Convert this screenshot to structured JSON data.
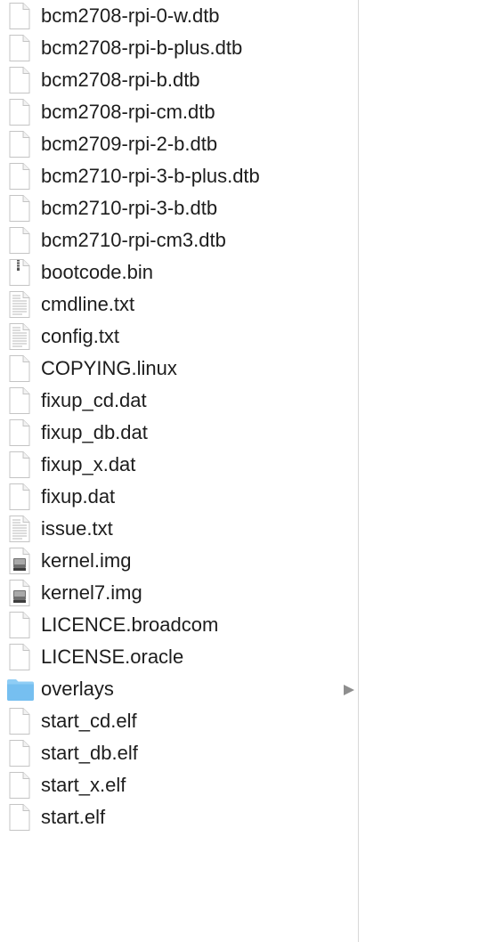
{
  "files": [
    {
      "name": "bcm2708-rpi-0-w.dtb",
      "icon": "document-icon"
    },
    {
      "name": "bcm2708-rpi-b-plus.dtb",
      "icon": "document-icon"
    },
    {
      "name": "bcm2708-rpi-b.dtb",
      "icon": "document-icon"
    },
    {
      "name": "bcm2708-rpi-cm.dtb",
      "icon": "document-icon"
    },
    {
      "name": "bcm2709-rpi-2-b.dtb",
      "icon": "document-icon"
    },
    {
      "name": "bcm2710-rpi-3-b-plus.dtb",
      "icon": "document-icon"
    },
    {
      "name": "bcm2710-rpi-3-b.dtb",
      "icon": "document-icon"
    },
    {
      "name": "bcm2710-rpi-cm3.dtb",
      "icon": "document-icon"
    },
    {
      "name": "bootcode.bin",
      "icon": "archive-icon"
    },
    {
      "name": "cmdline.txt",
      "icon": "text-document-icon"
    },
    {
      "name": "config.txt",
      "icon": "text-document-icon"
    },
    {
      "name": "COPYING.linux",
      "icon": "document-icon"
    },
    {
      "name": "fixup_cd.dat",
      "icon": "document-icon"
    },
    {
      "name": "fixup_db.dat",
      "icon": "document-icon"
    },
    {
      "name": "fixup_x.dat",
      "icon": "document-icon"
    },
    {
      "name": "fixup.dat",
      "icon": "document-icon"
    },
    {
      "name": "issue.txt",
      "icon": "text-document-icon"
    },
    {
      "name": "kernel.img",
      "icon": "disk-image-icon"
    },
    {
      "name": "kernel7.img",
      "icon": "disk-image-icon"
    },
    {
      "name": "LICENCE.broadcom",
      "icon": "document-icon"
    },
    {
      "name": "LICENSE.oracle",
      "icon": "document-icon"
    },
    {
      "name": "overlays",
      "icon": "folder-icon",
      "has_children": true
    },
    {
      "name": "start_cd.elf",
      "icon": "document-icon"
    },
    {
      "name": "start_db.elf",
      "icon": "document-icon"
    },
    {
      "name": "start_x.elf",
      "icon": "document-icon"
    },
    {
      "name": "start.elf",
      "icon": "document-icon"
    }
  ],
  "colors": {
    "text": "#1d1d1d",
    "folder": "#7cc3f2",
    "divider": "#d8d8d8",
    "chevron": "#8e8e8e"
  }
}
